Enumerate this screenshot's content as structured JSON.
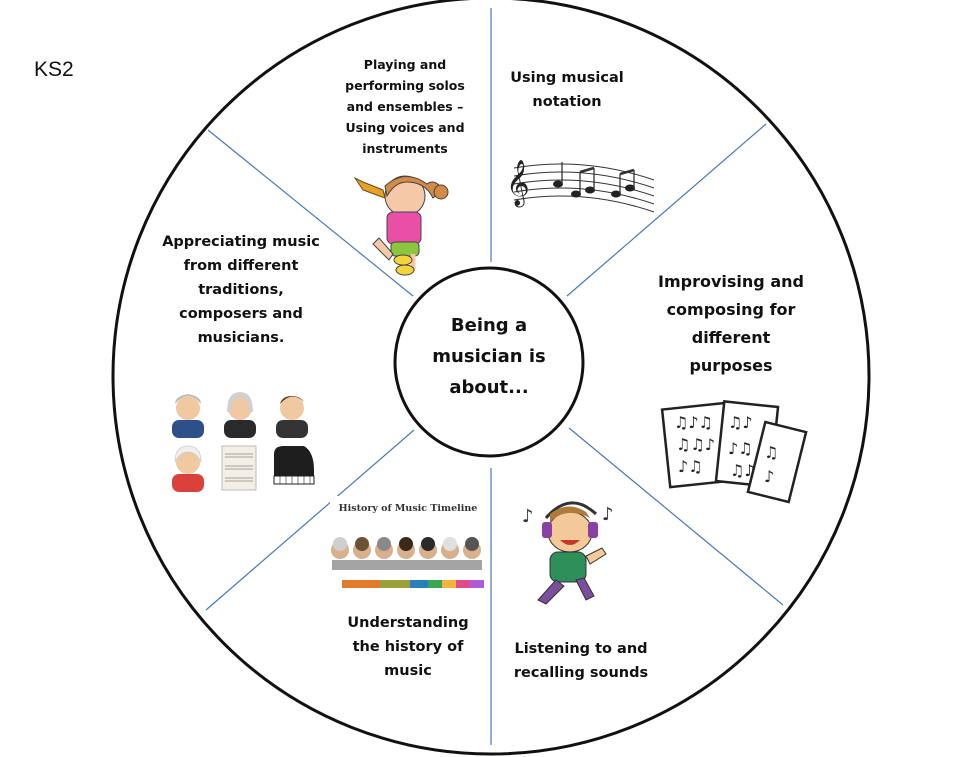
{
  "page": {
    "label": "KS2"
  },
  "center": {
    "lines": [
      "Being a",
      "musician is",
      "about..."
    ]
  },
  "segments": {
    "performing": {
      "lines": [
        "Playing and",
        "performing solos",
        "and ensembles –",
        "Using voices and",
        "instruments"
      ],
      "icon": "trumpet-girl-illustration"
    },
    "notation": {
      "lines": [
        "Using musical",
        "notation"
      ],
      "icon": "music-staff-illustration"
    },
    "composing": {
      "lines": [
        "Improvising and",
        "composing for",
        "different",
        "purposes"
      ],
      "icon": "sheet-music-pages-illustration"
    },
    "listening": {
      "lines": [
        "Listening to and",
        "recalling sounds"
      ],
      "icon": "headphones-boy-illustration"
    },
    "history": {
      "lines": [
        "Understanding",
        "the history of",
        "music"
      ],
      "icon": "music-timeline-illustration",
      "timeline_title": "History of Music Timeline"
    },
    "appreciating": {
      "lines": [
        "Appreciating music",
        "from different",
        "traditions,",
        "composers and",
        "musicians."
      ],
      "icon": "composer-icons-grid"
    }
  },
  "colors": {
    "ring": "#111111",
    "divider": "#4a78b8",
    "center_fill": "#ffffff"
  }
}
